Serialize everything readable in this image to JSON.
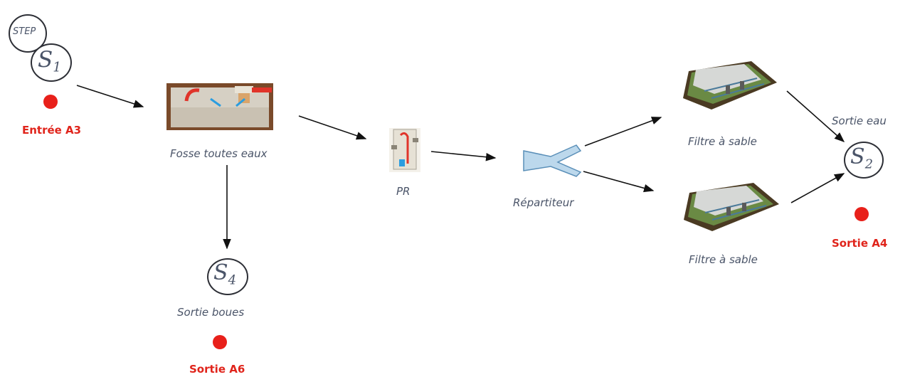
{
  "nodes": {
    "step_label": "STEP",
    "s1": {
      "letter": "S",
      "index": "1"
    },
    "s2": {
      "letter": "S",
      "index": "2"
    },
    "s4": {
      "letter": "S",
      "index": "4"
    }
  },
  "labels": {
    "fosse": "Fosse toutes eaux",
    "pr": "PR",
    "repartiteur": "Répartiteur",
    "filtre_top": "Filtre à sable",
    "filtre_bottom": "Filtre à sable",
    "sortie_eau": "Sortie eau",
    "sortie_boues": "Sortie boues"
  },
  "sampling_points": {
    "entree": "Entrée A3",
    "sortie_a4": "Sortie A4",
    "sortie_a6": "Sortie A6"
  },
  "colors": {
    "sampling_red": "#e8201a",
    "label_text": "#4a5468",
    "arrow": "#111111"
  }
}
